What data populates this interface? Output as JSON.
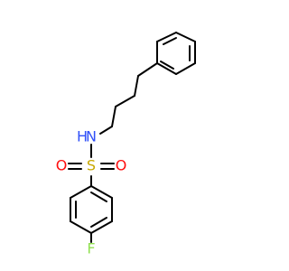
{
  "molecule": {
    "atoms": {
      "nitrogen_h": "H",
      "nitrogen": "N",
      "sulfur": "S",
      "oxygen_left": "O",
      "oxygen_right": "O",
      "fluorine": "F"
    },
    "colors": {
      "bond": "#000000",
      "nitrogen": "#3050F8",
      "sulfur": "#C8A800",
      "oxygen": "#FF0D0D",
      "fluorine": "#90E050"
    }
  }
}
